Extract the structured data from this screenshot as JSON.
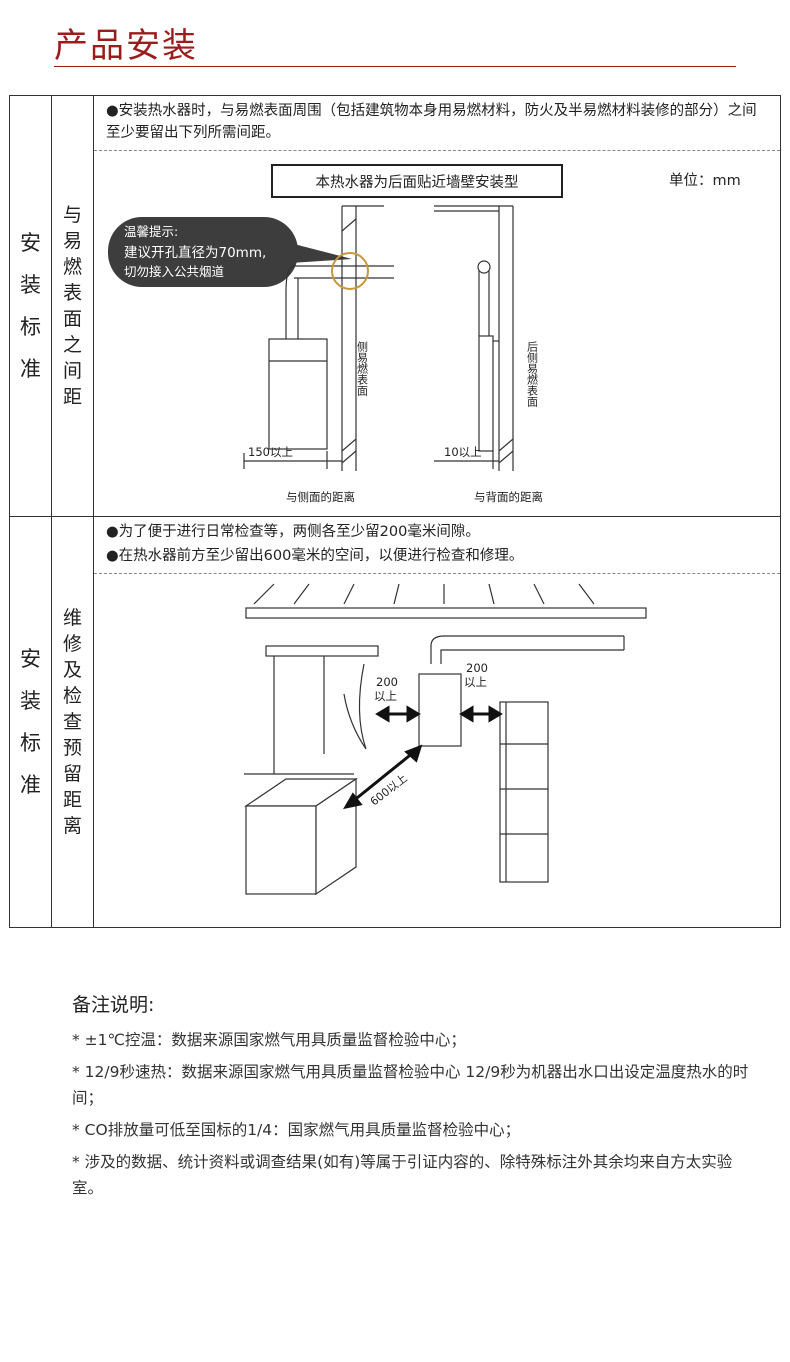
{
  "page_title": "产品安装",
  "section1": {
    "label_outer": [
      "安",
      "装",
      "标",
      "准"
    ],
    "label_inner": [
      "与",
      "易",
      "燃",
      "表",
      "面",
      "之",
      "间",
      "距"
    ],
    "note": "●安装热水器时，与易燃表面周围（包括建筑物本身用易燃材料，防火及半易燃材料装修的部分）之间至少要留出下列所需间距。",
    "box_title": "本热水器为后面贴近墙壁安装型",
    "unit": "单位：mm",
    "tip_title": "温馨提示:",
    "tip_line1": "建议开孔直径为70mm,",
    "tip_line2": "切勿接入公共烟道",
    "side_label": "侧易燃表面",
    "back_label": "后侧易燃表面",
    "dim_side": "150以上",
    "dim_back": "10以上",
    "caption_side": "与侧面的距离",
    "caption_back": "与背面的距离"
  },
  "section2": {
    "label_outer": [
      "安",
      "装",
      "标",
      "准"
    ],
    "label_inner": [
      "维",
      "修",
      "及",
      "检",
      "查",
      "预",
      "留",
      "距",
      "离"
    ],
    "note1": "●为了便于进行日常检查等，两侧各至少留200毫米间隙。",
    "note2": "●在热水器前方至少留出600毫米的空间，以便进行检查和修理。",
    "dim_left_a": "200",
    "dim_left_b": "以上",
    "dim_right_a": "200",
    "dim_right_b": "以上",
    "dim_front": "600以上"
  },
  "footer": {
    "heading": "备注说明:",
    "items": [
      "* ±1℃控温：数据来源国家燃气用具质量监督检验中心；",
      "* 12/9秒速热：数据来源国家燃气用具质量监督检验中心  12/9秒为机器出水口出设定温度热水的时间；",
      "* CO排放量可低至国标的1/4：国家燃气用具质量监督检验中心；",
      "* 涉及的数据、统计资料或调查结果(如有)等属于引证内容的、除特殊标注外其余均来自方太实验室。"
    ]
  }
}
